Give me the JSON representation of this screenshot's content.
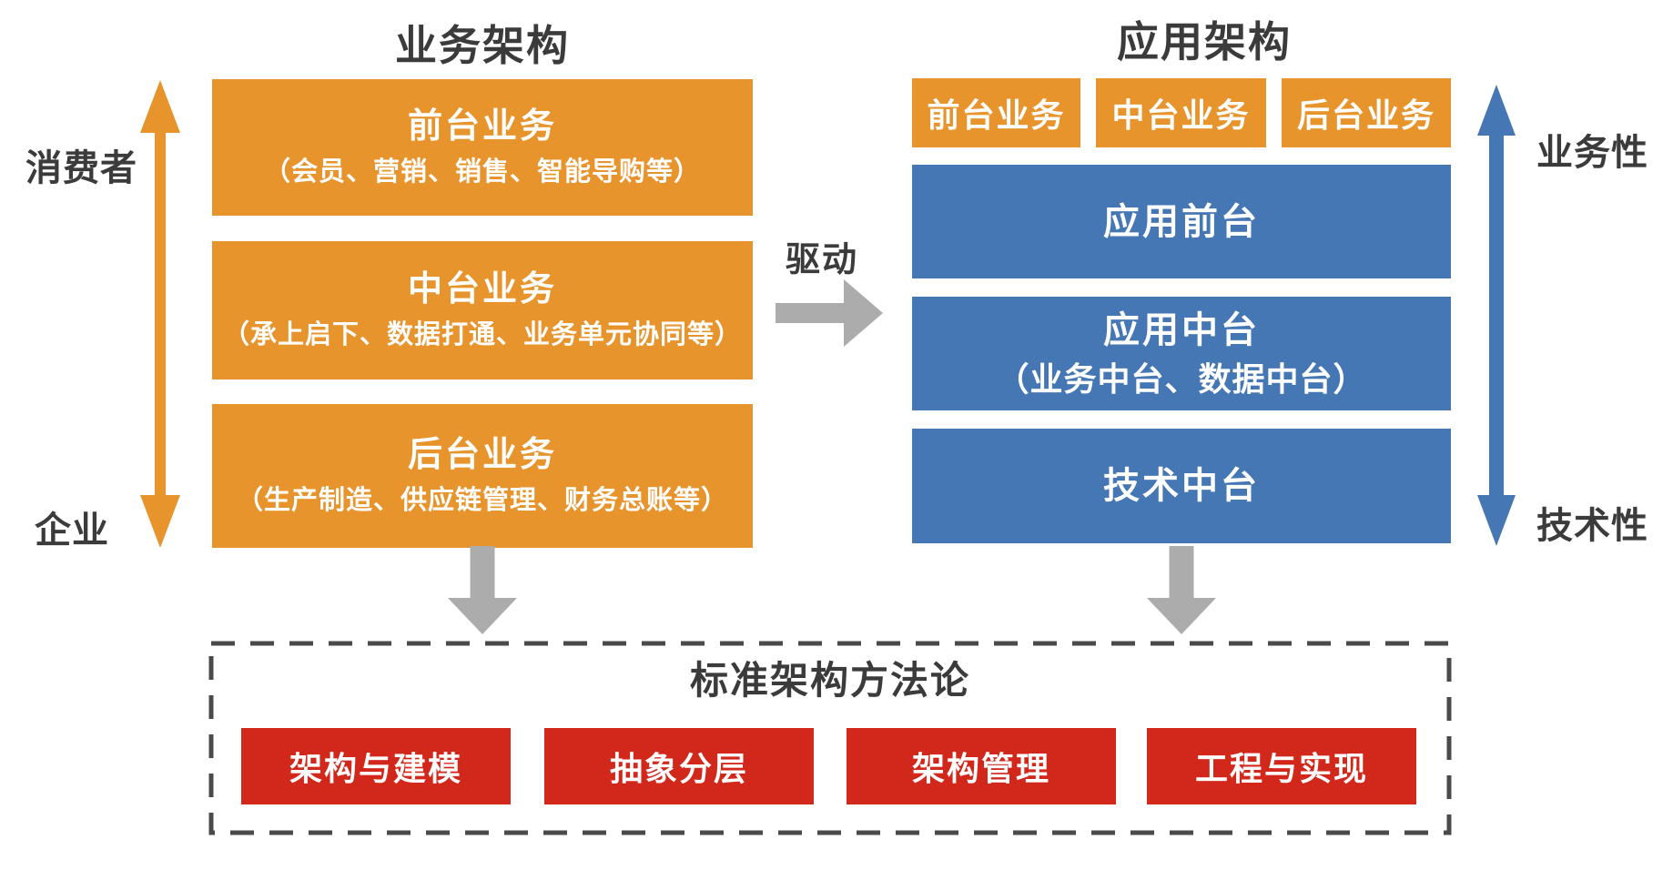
{
  "colors": {
    "orange": "#e8942d",
    "blue": "#4677b5",
    "red": "#d2271b",
    "arrow_gray": "#acacac",
    "text_dark": "#3b3b3b",
    "dashed_border": "#4a4a4a",
    "box_text": "#ffffff"
  },
  "business_section": {
    "title": "业务架构",
    "axis": {
      "top_label": "消费者",
      "bottom_label": "企业"
    },
    "boxes": [
      {
        "title": "前台业务",
        "subtitle": "（会员、营销、销售、智能导购等）"
      },
      {
        "title": "中台业务",
        "subtitle": "（承上启下、数据打通、业务单元协同等）"
      },
      {
        "title": "后台业务",
        "subtitle": "（生产制造、供应链管理、财务总账等）"
      }
    ]
  },
  "drive": {
    "label": "驱动"
  },
  "application_section": {
    "title": "应用架构",
    "axis": {
      "top_label": "业务性",
      "bottom_label": "技术性"
    },
    "top_boxes": [
      "前台业务",
      "中台业务",
      "后台业务"
    ],
    "layers": [
      {
        "title": "应用前台",
        "subtitle": ""
      },
      {
        "title": "应用中台",
        "subtitle": "（业务中台、数据中台）"
      },
      {
        "title": "技术中台",
        "subtitle": ""
      }
    ]
  },
  "methodology": {
    "title": "标准架构方法论",
    "items": [
      "架构与建模",
      "抽象分层",
      "架构管理",
      "工程与实现"
    ]
  }
}
